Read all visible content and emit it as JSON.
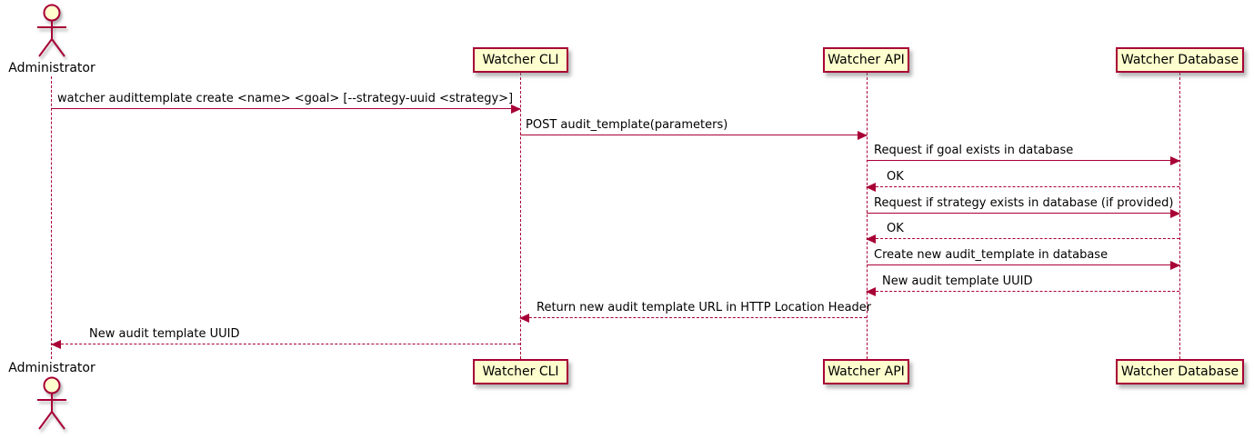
{
  "diagram": {
    "type": "sequence-diagram",
    "colors": {
      "participant_fill": "#FEFECE",
      "line_and_border": "#A80036",
      "text": "#000000",
      "background": "#FFFFFF"
    },
    "actor": {
      "name": "Administrator"
    },
    "participants": [
      {
        "label": "Watcher CLI"
      },
      {
        "label": "Watcher API"
      },
      {
        "label": "Watcher Database"
      }
    ],
    "messages": [
      {
        "from": "Administrator",
        "to": "Watcher CLI",
        "label": "watcher audittemplate create <name> <goal> [--strategy-uuid <strategy>]",
        "line": "solid",
        "direction": "right"
      },
      {
        "from": "Watcher CLI",
        "to": "Watcher API",
        "label": "POST audit_template(parameters)",
        "line": "solid",
        "direction": "right"
      },
      {
        "from": "Watcher API",
        "to": "Watcher Database",
        "label": "Request if goal exists in database",
        "line": "solid",
        "direction": "right"
      },
      {
        "from": "Watcher Database",
        "to": "Watcher API",
        "label": "OK",
        "line": "dashed",
        "direction": "left"
      },
      {
        "from": "Watcher API",
        "to": "Watcher Database",
        "label": "Request if strategy exists in database (if provided)",
        "line": "solid",
        "direction": "right"
      },
      {
        "from": "Watcher Database",
        "to": "Watcher API",
        "label": "OK",
        "line": "dashed",
        "direction": "left"
      },
      {
        "from": "Watcher API",
        "to": "Watcher Database",
        "label": "Create new audit_template in database",
        "line": "solid",
        "direction": "right"
      },
      {
        "from": "Watcher Database",
        "to": "Watcher API",
        "label": "New audit template UUID",
        "line": "dashed",
        "direction": "left"
      },
      {
        "from": "Watcher API",
        "to": "Watcher CLI",
        "label": "Return new audit template URL in HTTP Location Header",
        "line": "dashed",
        "direction": "left"
      },
      {
        "from": "Watcher CLI",
        "to": "Administrator",
        "label": "New audit template UUID",
        "line": "dashed",
        "direction": "left"
      }
    ]
  }
}
